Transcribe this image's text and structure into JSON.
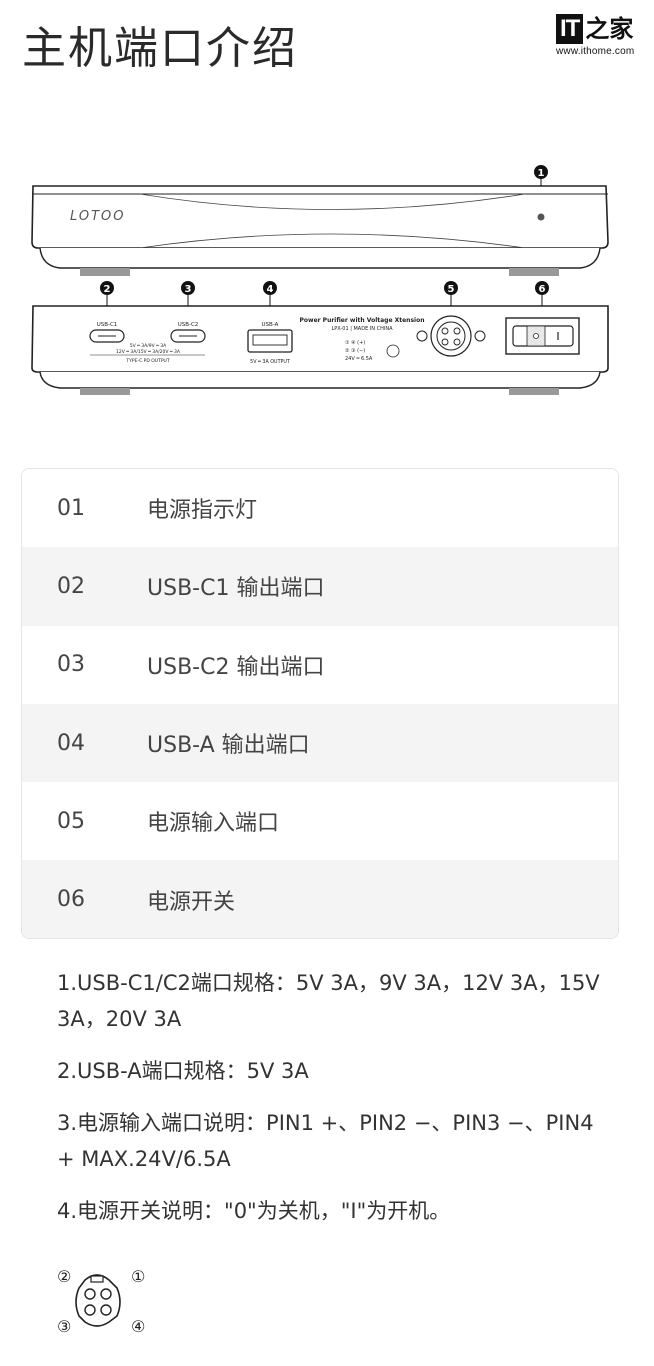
{
  "page": {
    "title": "主机端口介绍"
  },
  "logo": {
    "mark_it": "IT",
    "mark_cn": "之家",
    "url": "www.ithome.com"
  },
  "device": {
    "brand": "LOTOO",
    "callouts": [
      "1",
      "2",
      "3",
      "4",
      "5",
      "6"
    ],
    "usb_c1_label": "USB-C1",
    "usb_c2_label": "USB-C2",
    "usb_a_label": "USB-A",
    "pd_spec_line1": "5V ═ 3A/9V ═ 3A",
    "pd_spec_line2": "12V ═ 3A/15V ═ 3A/20V ═ 3A",
    "pd_output": "TYPE-C PD OUTPUT",
    "usb_a_output": "5V ═ 3A  OUTPUT",
    "product_name": "Power Purifier with Voltage Xtension",
    "model": "LPX-01 | MADE IN CHINA",
    "pin_legend_1": "① ④ (+)",
    "pin_legend_2": "② ③ (−)",
    "pin_legend_3": "24V ═ 6.5A"
  },
  "ports": [
    {
      "no": "01",
      "name": "电源指示灯"
    },
    {
      "no": "02",
      "name": "USB-C1 输出端口"
    },
    {
      "no": "03",
      "name": "USB-C2 输出端口"
    },
    {
      "no": "04",
      "name": "USB-A 输出端口"
    },
    {
      "no": "05",
      "name": "电源输入端口"
    },
    {
      "no": "06",
      "name": "电源开关"
    }
  ],
  "notes": [
    "1.USB-C1/C2端口规格：5V 3A，9V 3A，12V 3A，15V 3A，20V 3A",
    "2.USB-A端口规格：5V 3A",
    "3.电源输入端口说明：PIN1 +、PIN2 −、PIN3 −、PIN4 + MAX.24V/6.5A",
    "4.电源开关说明：\"0\"为关机，\"I\"为开机。"
  ],
  "pin_diagram": {
    "labels": [
      "②",
      "①",
      "③",
      "④"
    ]
  }
}
